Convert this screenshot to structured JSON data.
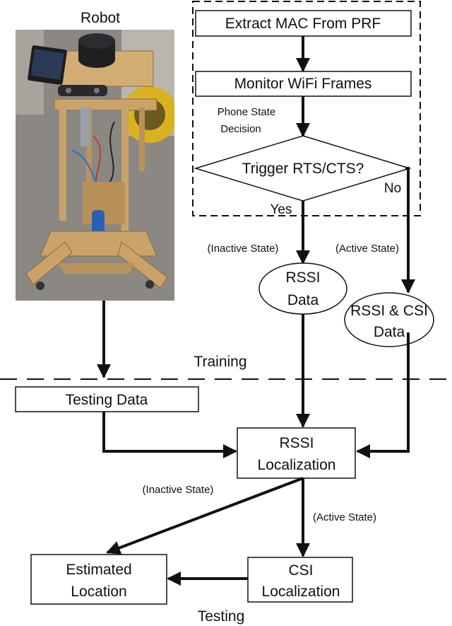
{
  "labels": {
    "robot": "Robot",
    "extract_mac": "Extract MAC From PRF",
    "monitor_wifi": "Monitor WiFi Frames",
    "phone_state_line1": "Phone State",
    "phone_state_line2": "Decision",
    "trigger": "Trigger RTS/CTS?",
    "yes": "Yes",
    "no": "No",
    "inactive_state": "(Inactive State)",
    "active_state": "(Active State)",
    "rssi_data_line1": "RSSI",
    "rssi_data_line2": "Data",
    "rssi_csi_line1": "RSSI & CSI",
    "rssi_csi_line2": "Data",
    "training": "Training",
    "testing_data": "Testing Data",
    "rssi_loc_line1": "RSSI",
    "rssi_loc_line2": "Localization",
    "inactive_state_2": "(Inactive State)",
    "active_state_2": "(Active State)",
    "estimated_line1": "Estimated",
    "estimated_line2": "Location",
    "csi_loc_line1": "CSI",
    "csi_loc_line2": "Localization",
    "testing": "Testing"
  },
  "colors": {
    "stroke": "#111111",
    "background": "#ffffff"
  }
}
